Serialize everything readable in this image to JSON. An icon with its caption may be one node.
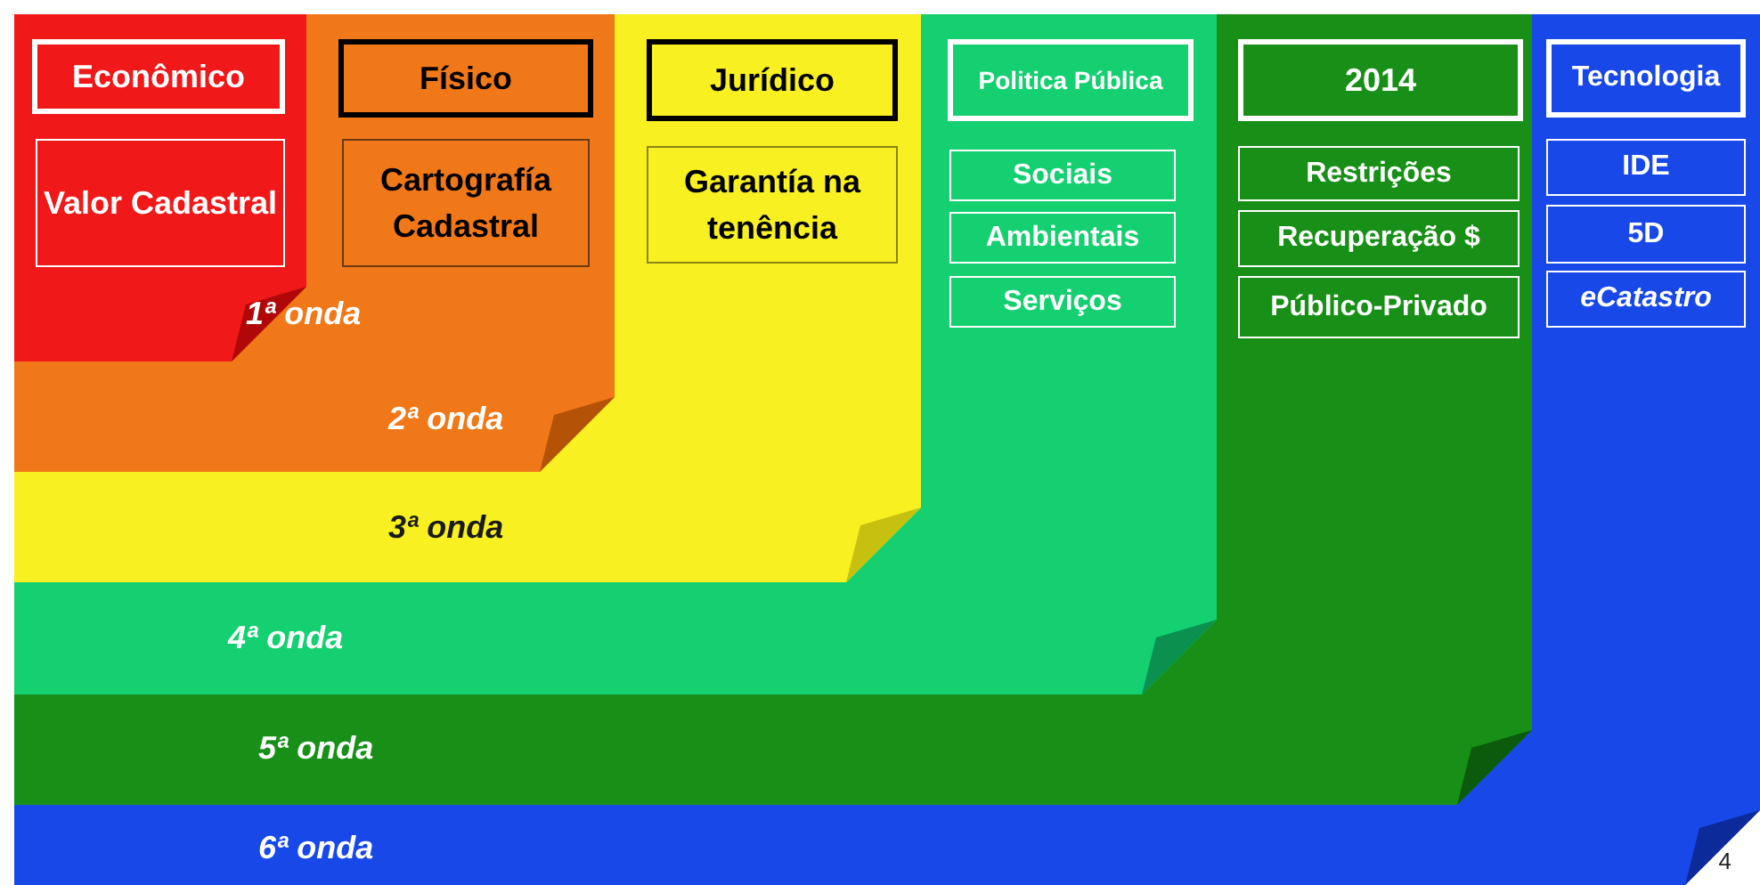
{
  "diagram": {
    "nodes": [
      {
        "text": [
          "6ª onda"
        ]
      },
      {
        "text": [
          "5ª onda"
        ],
        "in": 0
      },
      {
        "text": [
          "4ª onda"
        ],
        "in": 1
      },
      {
        "text": [
          "3ª onda"
        ],
        "in": 2
      },
      {
        "text": [
          "2ª onda"
        ],
        "in": 3
      },
      {
        "text": [
          "1ª onda"
        ],
        "in": 4
      },
      {
        "text": [
          "Econômico"
        ],
        "in": 5
      },
      {
        "text": [
          "Valor Cadastral"
        ],
        "in": 5
      },
      {
        "text": [
          "Físico"
        ],
        "in": 4
      },
      {
        "text": [
          "Cartografía Cadastral"
        ],
        "in": 4
      },
      {
        "text": [
          "Jurídico"
        ],
        "in": 3
      },
      {
        "text": [
          "Garantía na tenência"
        ],
        "in": 3
      },
      {
        "text": [
          "Politica Pública"
        ],
        "in": 2
      },
      {
        "text": [
          "Sociais"
        ],
        "in": 2
      },
      {
        "text": [
          "Ambientais"
        ],
        "in": 2
      },
      {
        "text": [
          "Serviços"
        ],
        "in": 2
      },
      {
        "text": [
          "2014"
        ],
        "in": 1
      },
      {
        "text": [
          "Restrições"
        ],
        "in": 1
      },
      {
        "text": [
          "Recuperação $"
        ],
        "in": 1
      },
      {
        "text": [
          "Público-Privado"
        ],
        "in": 1
      },
      {
        "text": [
          "Tecnologia"
        ],
        "in": 0
      },
      {
        "text": [
          "IDE"
        ],
        "in": 0
      },
      {
        "text": [
          "5D"
        ],
        "in": 0
      },
      {
        "text": [
          "eCatastro"
        ],
        "in": 0
      }
    ],
    "labels": [
      "4"
    ]
  }
}
